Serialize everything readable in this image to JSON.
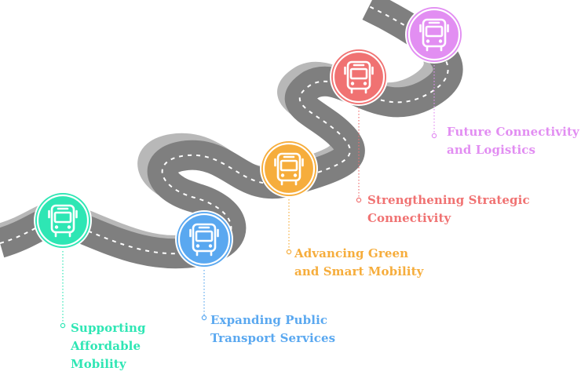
{
  "milestones": [
    {
      "id": "affordable",
      "color": "#2ee6b4",
      "icon": "bus-icon",
      "lines": [
        "Supporting",
        "Affordable",
        "Mobility"
      ]
    },
    {
      "id": "public",
      "color": "#5aa8f0",
      "icon": "bus-icon",
      "lines": [
        "Expanding Public",
        "Transport Services"
      ]
    },
    {
      "id": "green",
      "color": "#f6ad3c",
      "icon": "bus-icon",
      "lines": [
        "Advancing Green",
        "and Smart Mobility"
      ]
    },
    {
      "id": "strategic",
      "color": "#f07272",
      "icon": "bus-icon",
      "lines": [
        "Strengthening Strategic",
        "Connectivity"
      ]
    },
    {
      "id": "future",
      "color": "#e28ef2",
      "icon": "bus-icon",
      "lines": [
        "Future Connectivity",
        "and Logistics"
      ]
    }
  ],
  "colors": {
    "road": "#7f7f7f",
    "road_shadow": "#b8b8b8",
    "road_edge": "#e8e8e8",
    "lane_marking": "#ffffff"
  }
}
